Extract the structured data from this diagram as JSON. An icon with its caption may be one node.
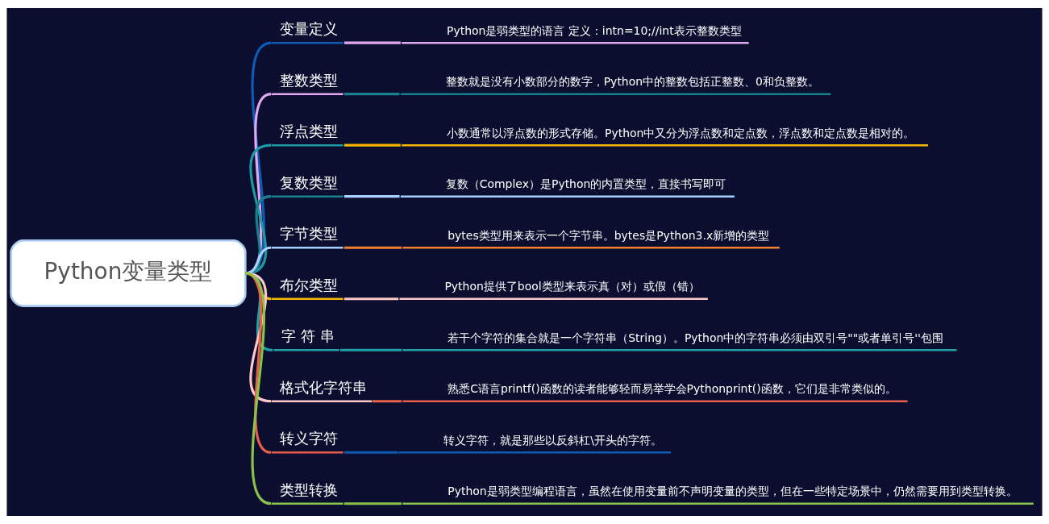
{
  "diagram": {
    "nodes": [
      {
        "text": [
          "Python变量类型"
        ]
      },
      {
        "text": [
          "变量定义"
        ]
      },
      {
        "text": [
          "Python是弱类型的语言 定义：intn=10;//int表示整数类型"
        ]
      },
      {
        "text": [
          "整数类型"
        ]
      },
      {
        "text": [
          "整数就是没有小数部分的数字，Python中的整数包括正整数、0和负整数。"
        ]
      },
      {
        "text": [
          "浮点类型"
        ]
      },
      {
        "text": [
          "小数通常以浮点数的形式存储。Python中又分为浮点数和定点数，浮点数和定点数是相对的。"
        ]
      },
      {
        "text": [
          "复数类型"
        ]
      },
      {
        "text": [
          "复数（Complex）是Python的内置类型，直接书写即可"
        ]
      },
      {
        "text": [
          "字节类型"
        ]
      },
      {
        "text": [
          "bytes类型用来表示一个字节串。bytes是Python3.x新增的类型"
        ]
      },
      {
        "text": [
          "布尔类型"
        ]
      },
      {
        "text": [
          "Python提供了bool类型来表示真（对）或假（错）"
        ]
      },
      {
        "text": [
          "字 符 串"
        ]
      },
      {
        "text": [
          "若干个字符的集合就是一个字符串（String）。Python中的字符串必须由双引号\"\"或者单引号''包围"
        ]
      },
      {
        "text": [
          "格式化字符串"
        ]
      },
      {
        "text": [
          "熟悉C语言printf()函数的读者能够轻而易举学会Pythonprint()函数，它们是非常类似的。"
        ]
      },
      {
        "text": [
          "转义字符"
        ]
      },
      {
        "text": [
          "转义字符，就是那些以反斜杠\\开头的字符。"
        ]
      },
      {
        "text": [
          "类型转换"
        ]
      },
      {
        "text": [
          "Python是弱类型编程语言，虽然在使用变量前不声明变量的类型，但在一些特定场景中，仍然需要用到类型转换。"
        ]
      }
    ],
    "edges": [
      {
        "from": 0,
        "to": 1,
        "arrow": "none",
        "color": "#0d5bb5"
      },
      {
        "from": 1,
        "to": 2,
        "arrow": "none",
        "color": "#e0a8f0"
      },
      {
        "from": 0,
        "to": 3,
        "arrow": "none",
        "color": "#e0a8f0"
      },
      {
        "from": 3,
        "to": 4,
        "arrow": "none",
        "color": "#1a7f8f"
      },
      {
        "from": 0,
        "to": 5,
        "arrow": "none",
        "color": "#1e9aa6"
      },
      {
        "from": 5,
        "to": 6,
        "arrow": "none",
        "color": "#f5b800"
      },
      {
        "from": 0,
        "to": 7,
        "arrow": "none",
        "color": "#1a7f8f"
      },
      {
        "from": 7,
        "to": 8,
        "arrow": "none",
        "color": "#a8d0ff"
      },
      {
        "from": 0,
        "to": 9,
        "arrow": "none",
        "color": "#a8d0ff"
      },
      {
        "from": 9,
        "to": 10,
        "arrow": "none",
        "color": "#f08030"
      },
      {
        "from": 0,
        "to": 11,
        "arrow": "none",
        "color": "#f5b800"
      },
      {
        "from": 11,
        "to": 12,
        "arrow": "none",
        "color": "#ffc8c8"
      },
      {
        "from": 0,
        "to": 13,
        "arrow": "none",
        "color": "#20a0a8"
      },
      {
        "from": 13,
        "to": 14,
        "arrow": "none",
        "color": "#20a0a8"
      },
      {
        "from": 0,
        "to": 15,
        "arrow": "none",
        "color": "#ffc8c8"
      },
      {
        "from": 15,
        "to": 16,
        "arrow": "none",
        "color": "#e8604a"
      },
      {
        "from": 0,
        "to": 17,
        "arrow": "none",
        "color": "#e8604a"
      },
      {
        "from": 17,
        "to": 18,
        "arrow": "none",
        "color": "#0d5bb5"
      },
      {
        "from": 0,
        "to": 19,
        "arrow": "none",
        "color": "#8bc34a"
      },
      {
        "from": 19,
        "to": 20,
        "arrow": "none",
        "color": "#8bc34a"
      }
    ]
  }
}
